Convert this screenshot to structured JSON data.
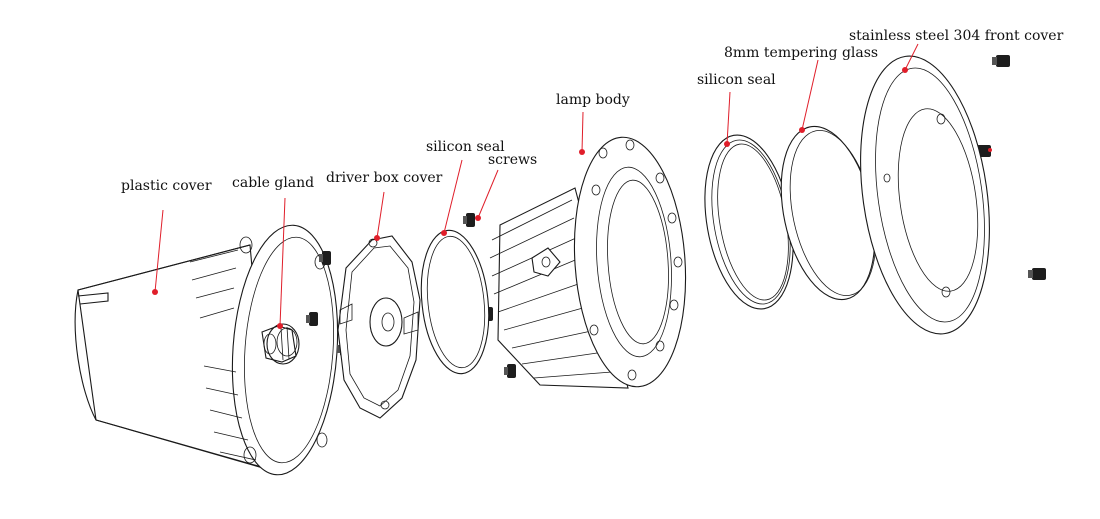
{
  "diagram": {
    "labels": {
      "plastic_cover": "plastic cover",
      "cable_gland": "cable gland",
      "driver_box_cover": "driver box cover",
      "silicon_seal_1": "silicon seal",
      "screws": "screws",
      "lamp_body": "lamp body",
      "silicon_seal_2": "silicon seal",
      "tempering_glass": "8mm tempering glass",
      "front_cover": "stainless steel 304 front cover"
    },
    "colors": {
      "leader": "#e01e2a",
      "line": "#1a1a1a",
      "background": "#ffffff"
    }
  }
}
